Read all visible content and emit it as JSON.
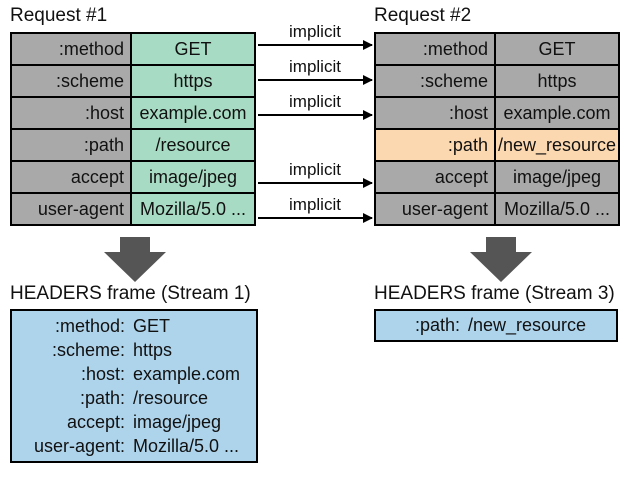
{
  "request1": {
    "title": "Request #1",
    "rows": [
      {
        "key": ":method",
        "value": "GET"
      },
      {
        "key": ":scheme",
        "value": "https"
      },
      {
        "key": ":host",
        "value": "example.com"
      },
      {
        "key": ":path",
        "value": "/resource"
      },
      {
        "key": "accept",
        "value": "image/jpeg"
      },
      {
        "key": "user-agent",
        "value": "Mozilla/5.0 ..."
      }
    ]
  },
  "request2": {
    "title": "Request #2",
    "rows": [
      {
        "key": ":method",
        "value": "GET"
      },
      {
        "key": ":scheme",
        "value": "https"
      },
      {
        "key": ":host",
        "value": "example.com"
      },
      {
        "key": ":path",
        "value": "/new_resource"
      },
      {
        "key": "accept",
        "value": "image/jpeg"
      },
      {
        "key": "user-agent",
        "value": "Mozilla/5.0 ..."
      }
    ]
  },
  "arrow_label": "implicit",
  "frame1": {
    "title": "HEADERS frame (Stream 1)",
    "rows": [
      {
        "key": ":method:",
        "value": "GET"
      },
      {
        "key": ":scheme:",
        "value": "https"
      },
      {
        "key": ":host:",
        "value": "example.com"
      },
      {
        "key": ":path:",
        "value": "/resource"
      },
      {
        "key": "accept:",
        "value": "image/jpeg"
      },
      {
        "key": "user-agent:",
        "value": "Mozilla/5.0 ..."
      }
    ]
  },
  "frame2": {
    "title": "HEADERS frame (Stream 3)",
    "rows": [
      {
        "key": ":path:",
        "value": "/new_resource"
      }
    ]
  },
  "colors": {
    "request1_value": "#a8dbc3",
    "header_key": "#a9a9a9",
    "changed_row": "#fcd8b0",
    "frame_fill": "#aed4ec",
    "down_arrow": "#555555"
  }
}
